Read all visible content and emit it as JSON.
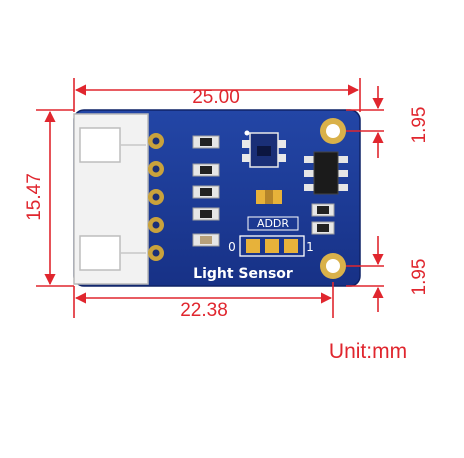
{
  "board": {
    "label": "Light Sensor",
    "addr_label": "ADDR",
    "addr_low": "0",
    "addr_high": "1"
  },
  "dimensions": {
    "width": "25.00",
    "height": "15.47",
    "hole_spacing": "22.38",
    "hole_offset_top": "1.95",
    "hole_offset_bottom": "1.95"
  },
  "unit_label": "Unit:mm",
  "colors": {
    "pcb": "#1f3a93",
    "dimension": "#e0262e",
    "pad": "#d8d8d8",
    "gold": "#e7b23a"
  }
}
